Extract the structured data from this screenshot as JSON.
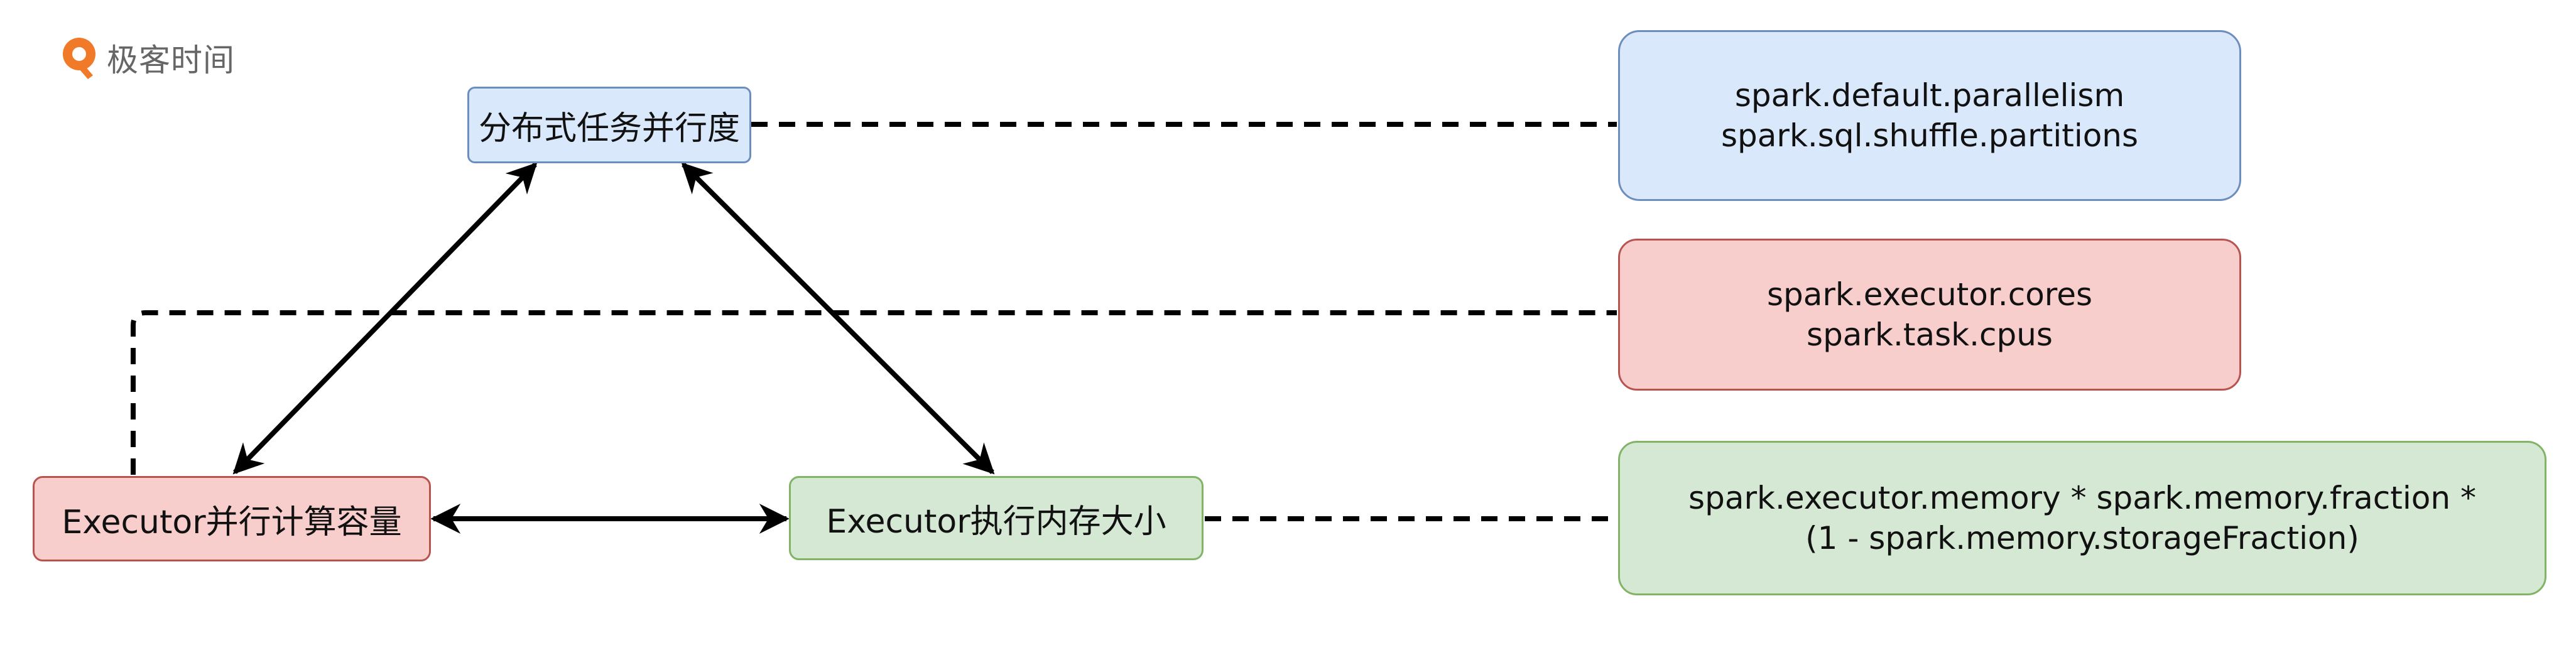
{
  "brand": {
    "logo_text": "极客时间",
    "logo_color": "#f07a28"
  },
  "nodes": {
    "parallelism": "分布式任务并行度",
    "cores": "Executor并行计算容量",
    "memory": "Executor执行内存大小"
  },
  "configs": {
    "parallelism": [
      "spark.default.parallelism",
      "spark.sql.shuffle.partitions"
    ],
    "cores": [
      "spark.executor.cores",
      "spark.task.cpus"
    ],
    "memory": [
      "spark.executor.memory * spark.memory.fraction *",
      "(1 - spark.memory.storageFraction)"
    ]
  },
  "colors": {
    "blue_fill": "#dae8fc",
    "blue_stroke": "#6c8ebf",
    "red_fill": "#f8cecc",
    "red_stroke": "#b85450",
    "green_fill": "#d5e8d4",
    "green_stroke": "#82b366"
  }
}
